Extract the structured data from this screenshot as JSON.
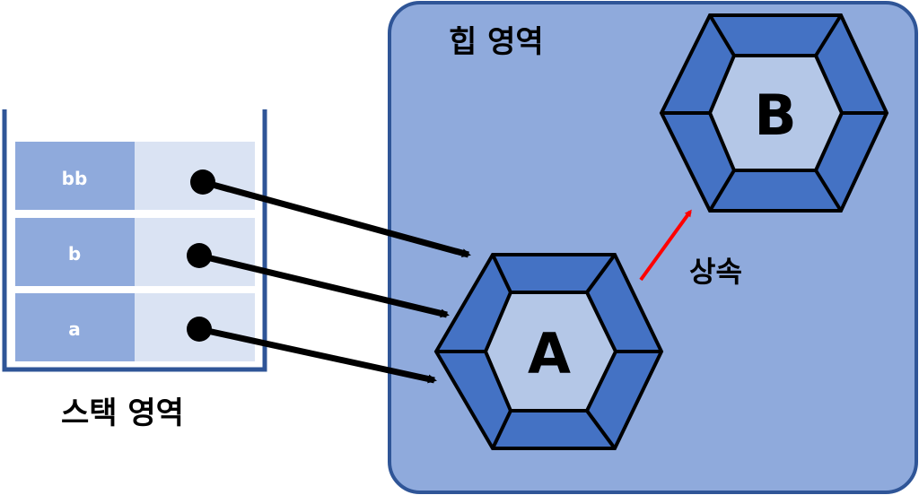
{
  "heap": {
    "title": "힙 영역"
  },
  "stack": {
    "caption": "스택 영역",
    "variables": [
      {
        "name": "bb",
        "points_to": "A"
      },
      {
        "name": "b",
        "points_to": "A"
      },
      {
        "name": "a",
        "points_to": "A"
      }
    ]
  },
  "objects": {
    "a": {
      "label": "A"
    },
    "b": {
      "label": "B"
    }
  },
  "inheritance": {
    "label": "상속",
    "from": "A",
    "to": "B",
    "arrow_color": "#ff0000"
  },
  "colors": {
    "heap_fill": "#8faadc",
    "heap_border": "#2f5597",
    "hex_outer": "#4472c4",
    "hex_inner": "#b4c7e7",
    "stack_name_cell": "#8faadc",
    "stack_value_cell": "#dae3f3",
    "stack_border": "#2f5597"
  }
}
